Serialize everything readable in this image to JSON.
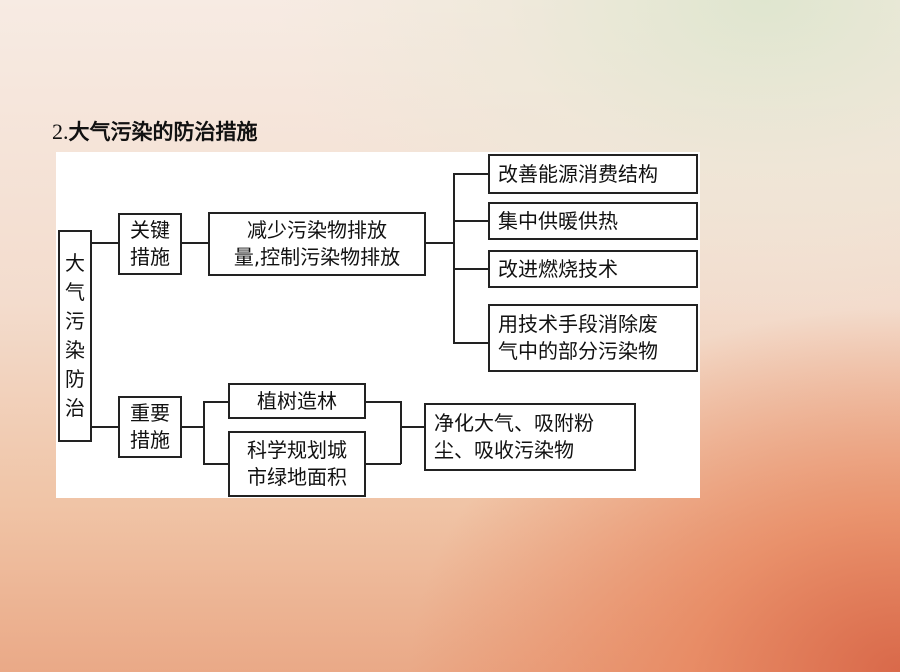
{
  "title": {
    "number": "2.",
    "text": "大气污染的防治措施"
  },
  "diagram": {
    "root": "大\n气\n污\n染\n防\n治",
    "key_measures": {
      "label": "关键\n措施",
      "goal": "减少污染物排放\n量,控制污染物排放",
      "items": [
        "改善能源消费结构",
        "集中供暖供热",
        "改进燃烧技术",
        "用技术手段消除废\n气中的部分污染物"
      ]
    },
    "important_measures": {
      "label": "重要\n措施",
      "items": [
        "植树造林",
        "科学规划城\n市绿地面积"
      ],
      "effect": "净化大气、吸附粉\n尘、吸收污染物"
    }
  }
}
